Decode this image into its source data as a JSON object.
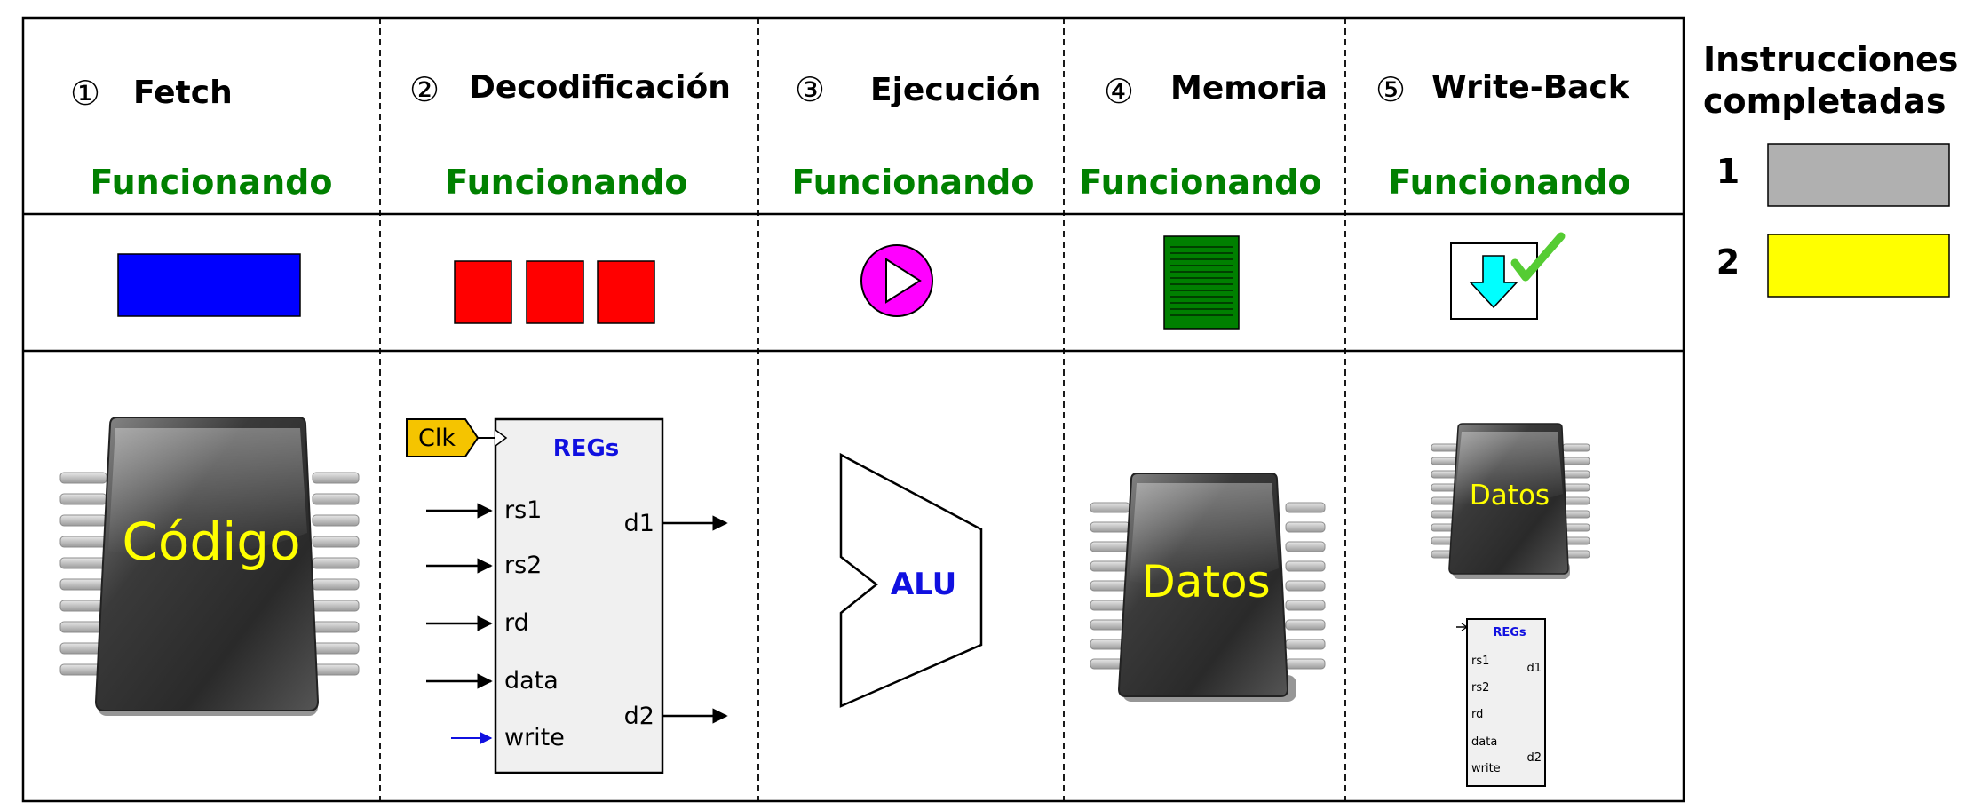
{
  "stages": [
    {
      "number": "①",
      "title": "Fetch",
      "status": "Funcionando"
    },
    {
      "number": "②",
      "title": "Decodificación",
      "status": "Funcionando"
    },
    {
      "number": "③",
      "title": "Ejecución",
      "status": "Funcionando"
    },
    {
      "number": "④",
      "title": "Memoria",
      "status": "Funcionando"
    },
    {
      "number": "⑤",
      "title": "Write-Back",
      "status": "Funcionando"
    }
  ],
  "legend": {
    "title_line1": "Instrucciones",
    "title_line2": "completadas",
    "items": [
      {
        "label": "1",
        "color": "#b0b0b0"
      },
      {
        "label": "2",
        "color": "#ffff00"
      }
    ]
  },
  "colors": {
    "status": "#008000",
    "fetch_token": "#0000ff",
    "decode_token": "#ff0000",
    "execute_token": "#ff00ff",
    "memory_token": "#008000",
    "writeback_arrow": "#00ffff",
    "check": "#55cc33",
    "chip_text": "#ffff00",
    "reg_title": "#1010e0",
    "clk": "#f5c400"
  },
  "blocks": {
    "code_memory": "Código",
    "data_memory": "Datos",
    "data_memory_small": "Datos",
    "alu": "ALU",
    "clock": "Clk",
    "registers": {
      "title": "REGs",
      "inputs": [
        "rs1",
        "rs2",
        "rd",
        "data",
        "write"
      ],
      "outputs": [
        "d1",
        "d2"
      ]
    }
  }
}
